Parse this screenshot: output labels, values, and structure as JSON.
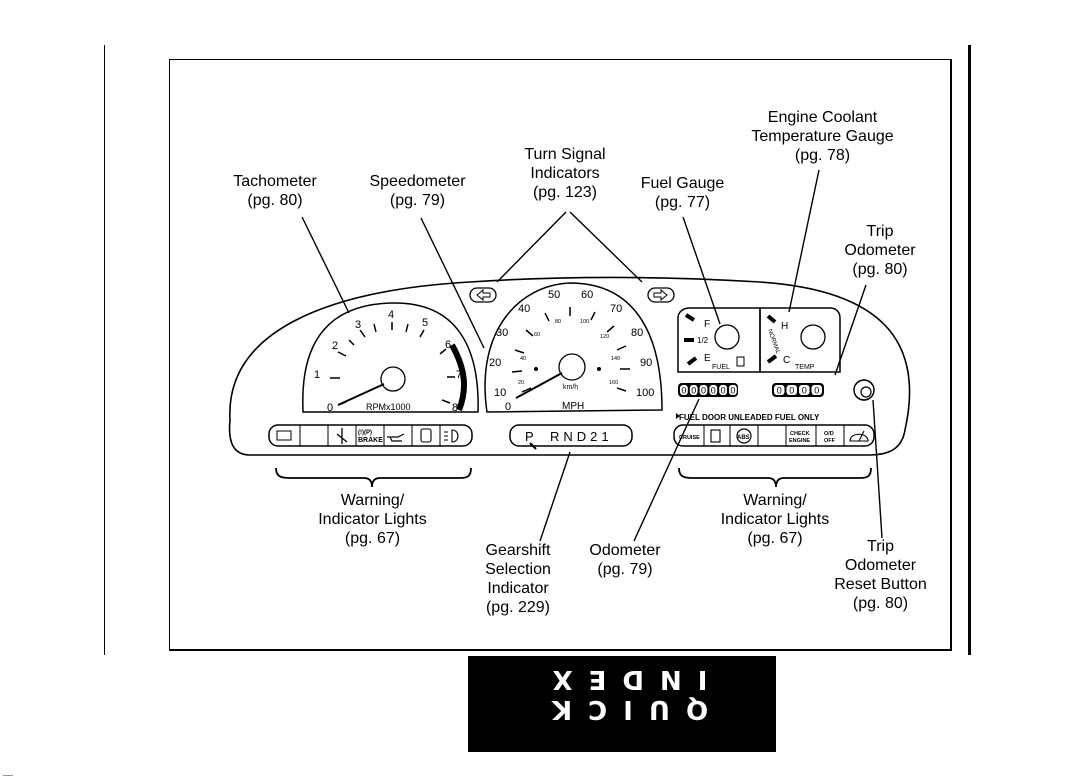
{
  "callouts": {
    "tachometer": [
      "Tachometer",
      "(pg. 80)"
    ],
    "speedometer": [
      "Speedometer",
      "(pg. 79)"
    ],
    "turn_signal": [
      "Turn Signal",
      "Indicators",
      "(pg. 123)"
    ],
    "fuel_gauge": [
      "Fuel Gauge",
      "(pg. 77)"
    ],
    "coolant": [
      "Engine Coolant",
      "Temperature Gauge",
      "(pg. 78)"
    ],
    "trip_odometer": [
      "Trip",
      "Odometer",
      "(pg. 80)"
    ],
    "warning_left": [
      "Warning/",
      "Indicator Lights",
      "(pg. 67)"
    ],
    "gearshift": [
      "Gearshift",
      "Selection",
      "Indicator",
      "(pg. 229)"
    ],
    "odometer": [
      "Odometer",
      "(pg. 79)"
    ],
    "warning_right": [
      "Warning/",
      "Indicator Lights",
      "(pg. 67)"
    ],
    "trip_reset": [
      "Trip",
      "Odometer",
      "Reset Button",
      "(pg. 80)"
    ]
  },
  "cluster": {
    "tach_numbers": [
      "0",
      "1",
      "2",
      "3",
      "4",
      "5",
      "6",
      "7",
      "8"
    ],
    "tach_unit": "RPMx1000",
    "mph_numbers": [
      "0",
      "10",
      "20",
      "30",
      "40",
      "50",
      "60",
      "70",
      "80",
      "90",
      "100"
    ],
    "kmh_numbers": [
      "20",
      "40",
      "60",
      "80",
      "100",
      "120",
      "140",
      "160"
    ],
    "kmh_unit": "km/h",
    "mph_unit": "MPH",
    "fuel_marks": [
      "F",
      "1/2",
      "E"
    ],
    "fuel_label": "FUEL",
    "temp_marks": [
      "H",
      "C"
    ],
    "temp_normal": "NORMAL",
    "temp_label": "TEMP",
    "odometer_digits": "000000",
    "trip_digits": "000",
    "trip_tenth": "0",
    "gear_first": "P",
    "gear_rest": "RND21",
    "fuel_door_note": "FUEL DOOR  UNLEADED FUEL ONLY",
    "lamps_left": [
      "battery-icon",
      "",
      "seatbelt-icon",
      "BRAKE",
      "oil-can-icon",
      "airbag-icon",
      "headlamp-icon"
    ],
    "brake_top": "(!)(P)",
    "brake_label": "BRAKE",
    "lamps_right": [
      "CRUISE",
      "fuel-pump-icon",
      "ABS",
      "",
      "CHECK ENGINE",
      "O/D OFF",
      "washer-icon"
    ],
    "cruise_label": "CRUISE",
    "abs_label": "ABS",
    "check_engine": [
      "CHECK",
      "ENGINE"
    ],
    "od_off": [
      "O/D",
      "OFF"
    ]
  },
  "tab_label": "QUICK INDEX",
  "corner_mark": "___"
}
